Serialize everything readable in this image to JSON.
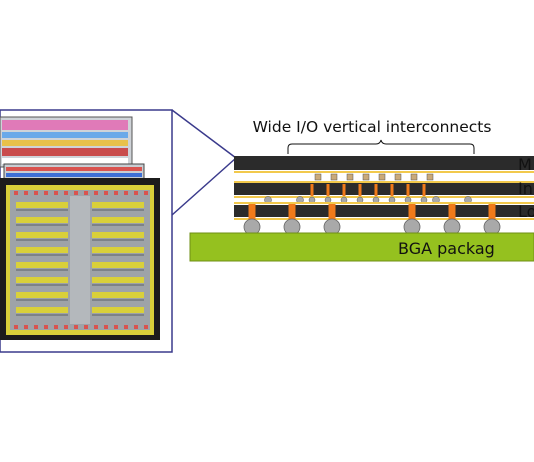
{
  "diagram": {
    "bracket_label": "Wide I/O vertical interconnects",
    "layer_labels": [
      "M",
      "In",
      "Lo"
    ],
    "package_label": "BGA packag",
    "colors": {
      "die_dark": "#2b2b2b",
      "die_line": "#f2c94c",
      "via_orange": "#f07a1a",
      "bump_gray": "#a9a9a9",
      "package_green": "#95c11f",
      "callout_border": "#3a3a8c",
      "chip_frame": "#222222",
      "chip_bg": "#9ea3a8",
      "chip_trace_red": "#d9534f",
      "chip_trace_yellow": "#d9d03a",
      "chip_trace_blue": "#3d6fd6"
    }
  }
}
